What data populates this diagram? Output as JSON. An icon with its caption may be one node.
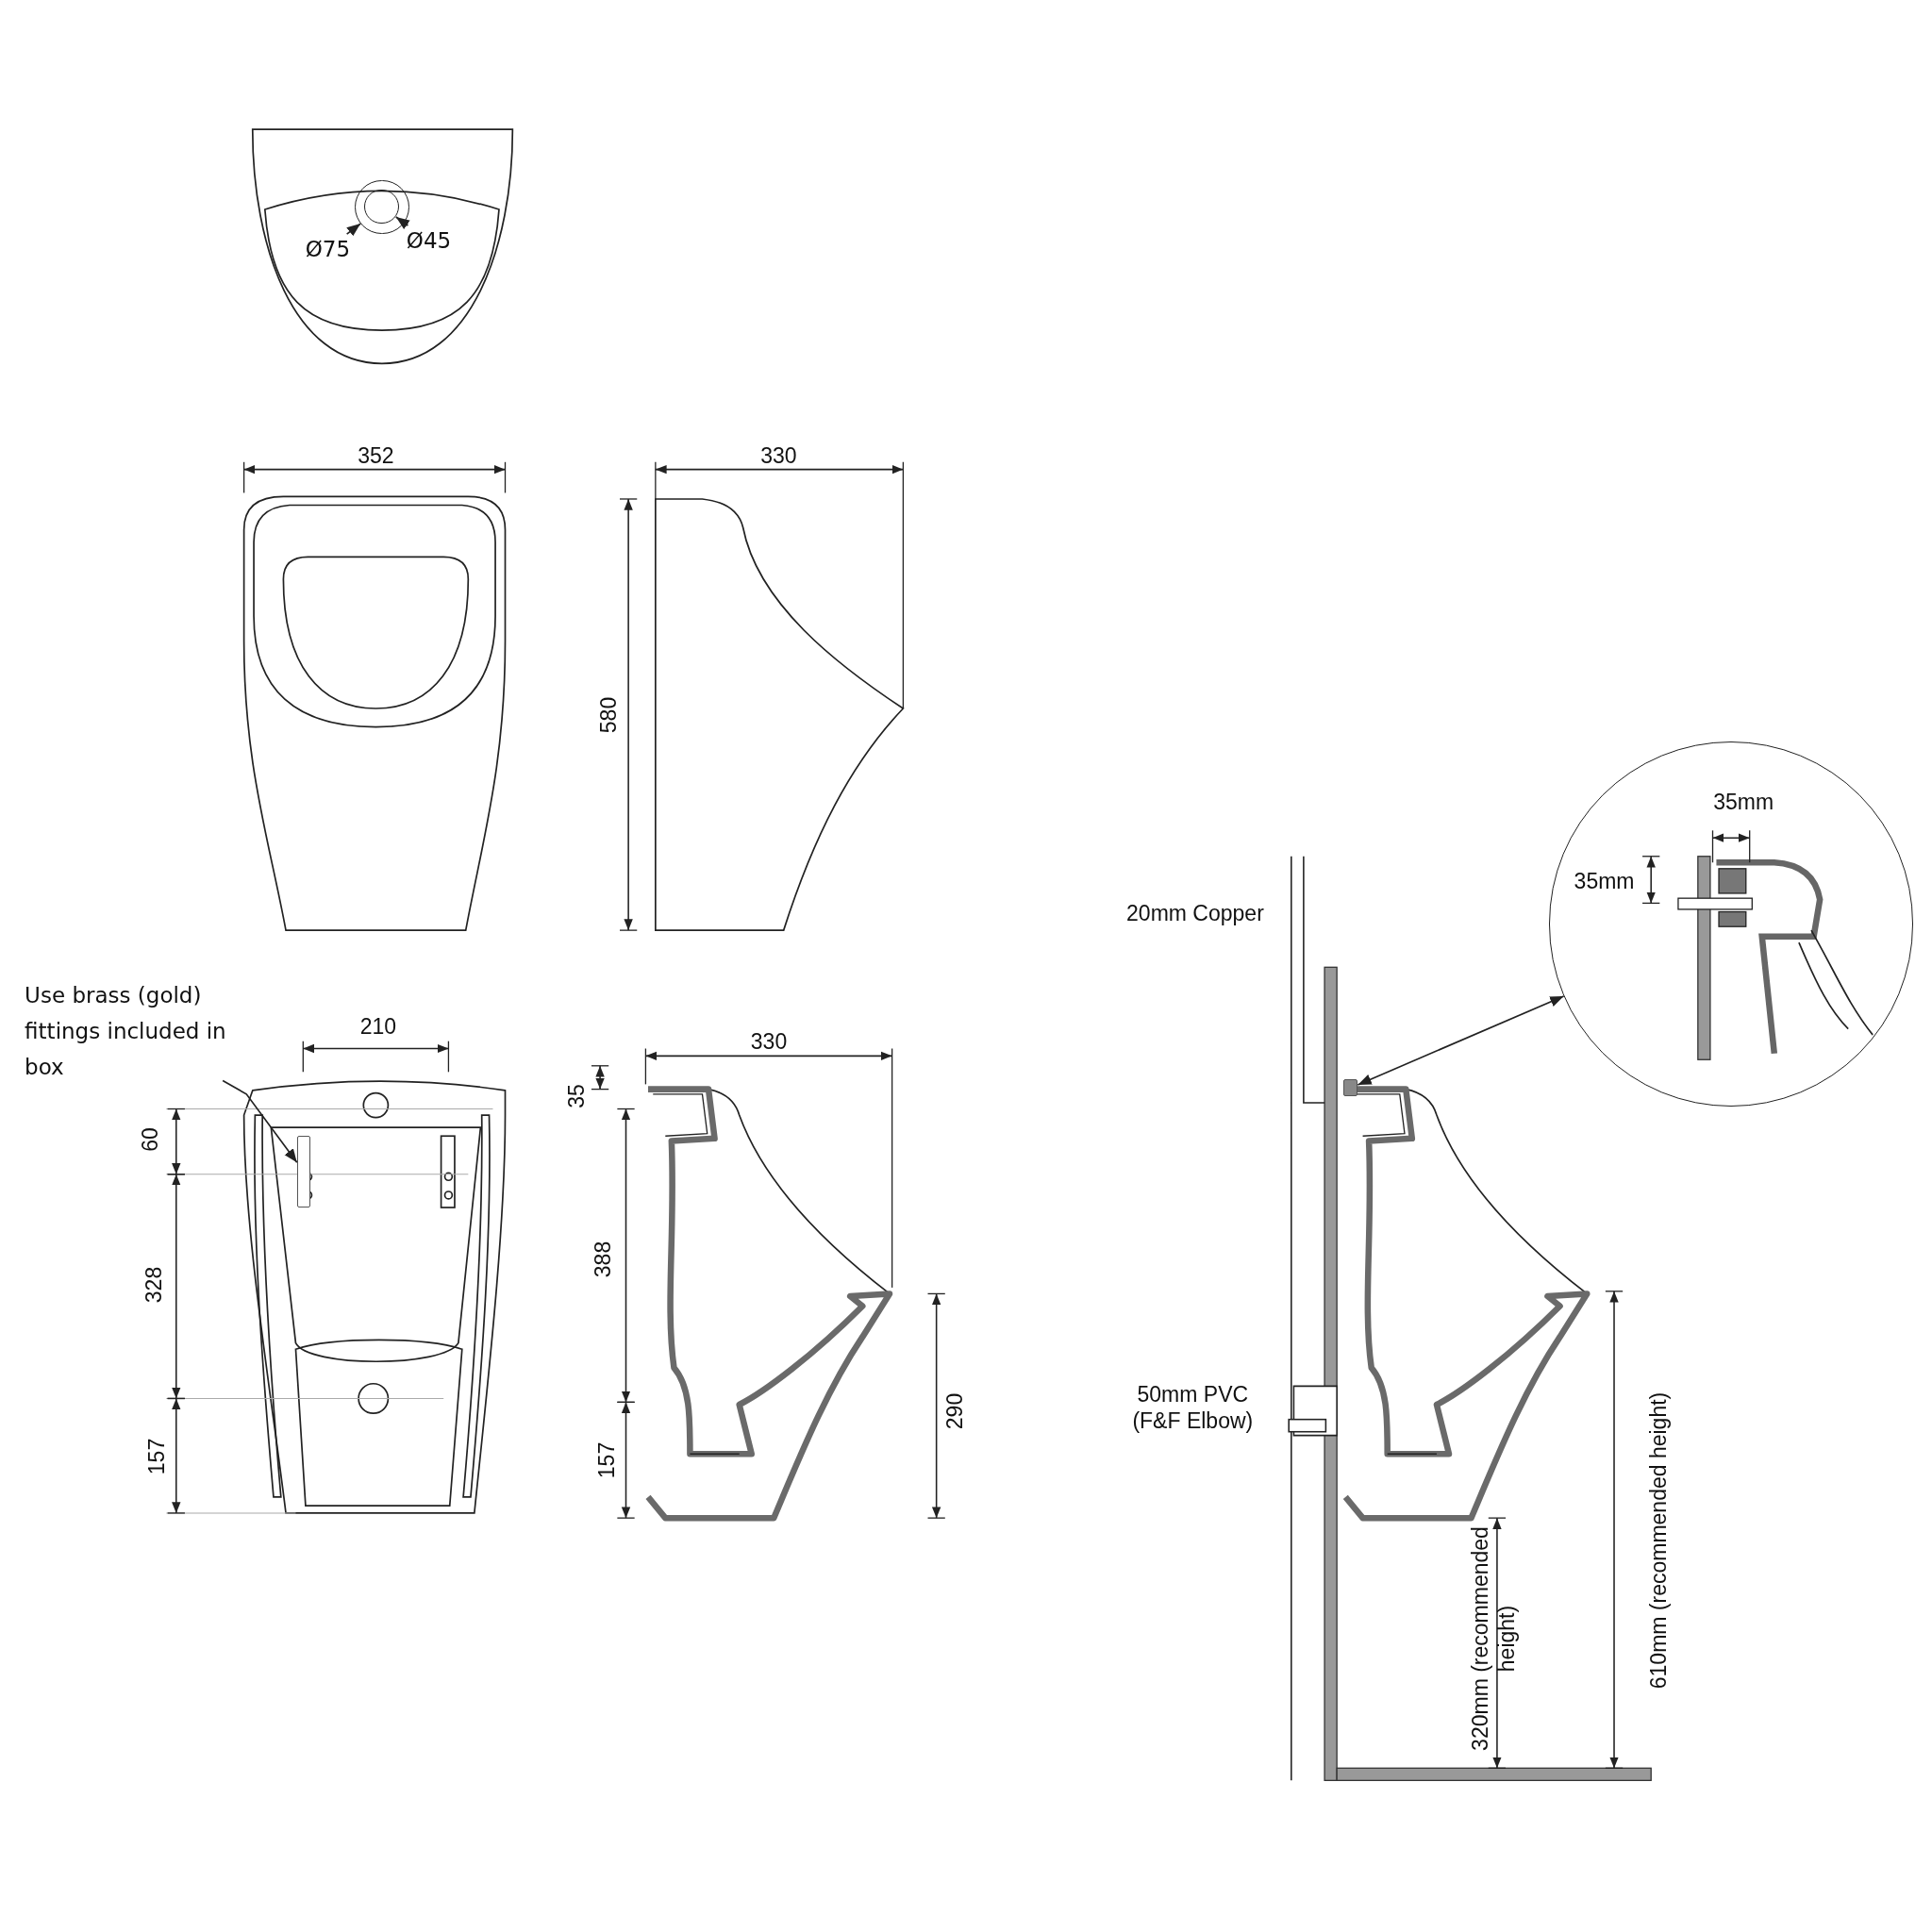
{
  "diagram": {
    "nodes": [
      {
        "text": [
          "Use brass (gold) fittings included in box"
        ]
      },
      {
        "text": [],
        "shape": "bar"
      },
      {
        "text": [
          "Ø75"
        ]
      },
      {
        "text": [],
        "shape": "circle"
      },
      {
        "text": [
          "Ø45"
        ]
      },
      {
        "text": [],
        "shape": "circle",
        "in": 3
      },
      {
        "text": [],
        "shape": "circle"
      },
      {
        "text": [],
        "shape": "box"
      }
    ],
    "edges": [
      {
        "from": 0,
        "to": 1,
        "arrow": "to"
      },
      {
        "from": 2,
        "to": 3,
        "arrow": "to"
      },
      {
        "from": 4,
        "to": 5,
        "arrow": "to"
      },
      {
        "from": 6,
        "to": 7,
        "arrow": "both"
      }
    ],
    "labels": [
      "352",
      "330",
      "580",
      "35mm",
      "35mm",
      "20mm Copper",
      "210",
      "330",
      "35",
      "60",
      "388",
      "328",
      "290",
      "50mm PVC (F&F Elbow)",
      "157",
      "157",
      "320mm (recommended height)",
      "610mm (recommended height)"
    ]
  }
}
